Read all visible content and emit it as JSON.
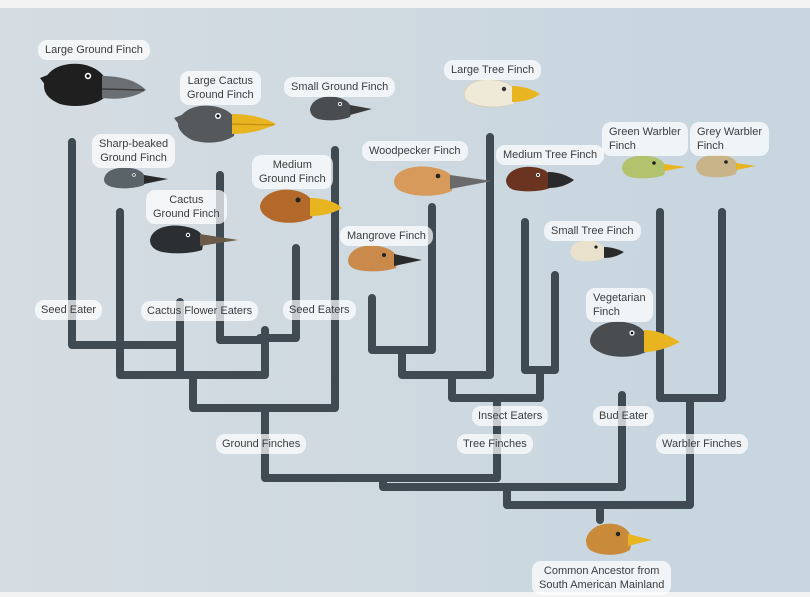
{
  "species": {
    "large_ground_finch": "Large Ground Finch",
    "large_cactus_finch": [
      "Large Cactus",
      "Ground Finch"
    ],
    "small_ground_finch": "Small Ground Finch",
    "large_tree_finch": "Large Tree Finch",
    "sharp_beaked_finch": [
      "Sharp-beaked",
      "Ground Finch"
    ],
    "medium_ground_finch": [
      "Medium",
      "Ground Finch"
    ],
    "woodpecker_finch": "Woodpecker Finch",
    "medium_tree_finch": "Medium Tree Finch",
    "green_warbler_finch": [
      "Green Warbler",
      "Finch"
    ],
    "grey_warbler_finch": [
      "Grey Warbler",
      "Finch"
    ],
    "cactus_finch": [
      "Cactus",
      "Ground Finch"
    ],
    "mangrove_finch": "Mangrove Finch",
    "small_tree_finch": "Small Tree Finch",
    "vegetarian_finch": [
      "Vegetarian",
      "Finch"
    ]
  },
  "groups": {
    "seed_eater": "Seed Eater",
    "cactus_flower_eaters": "Cactus Flower Eaters",
    "seed_eaters": "Seed Eaters",
    "insect_eaters": "Insect Eaters",
    "bud_eater": "Bud Eater",
    "ground_finches": "Ground Finches",
    "tree_finches": "Tree Finches",
    "warbler_finches": "Warbler Finches"
  },
  "root": [
    "Common Ancestor from",
    "South American Mainland"
  ],
  "colors": {
    "branch": "#3f4a52",
    "beak_gold": "#e8b420",
    "beak_dark": "#2a2a2a",
    "black_finch": "#1f1f1f",
    "dark_finch": "#3a3d40",
    "grey_finch": "#6b7175",
    "brown_finch": "#b3692a",
    "tan_finch": "#c98a4c",
    "dark_brown_finch": "#6a3420",
    "cream_finch": "#efe9d8",
    "green_finch": "#b3c26d",
    "khaki_finch": "#c9b48a",
    "ancestor_finch": "#c98a3a"
  }
}
